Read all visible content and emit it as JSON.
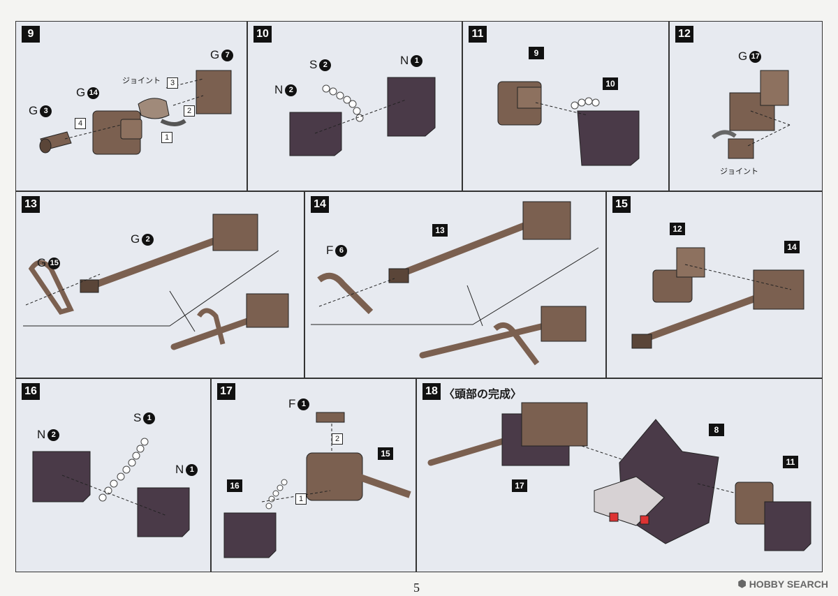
{
  "panels": {
    "p9": {
      "step": "9",
      "labels": {
        "g3": [
          "G",
          "3"
        ],
        "g14": [
          "G",
          "14"
        ],
        "g7": [
          "G",
          "7"
        ]
      },
      "joint": "ジョイント",
      "boxes": [
        "3",
        "2",
        "1",
        "4"
      ]
    },
    "p10": {
      "step": "10",
      "labels": {
        "s2": [
          "S",
          "2"
        ],
        "n1": [
          "N",
          "1"
        ],
        "n2": [
          "N",
          "2"
        ]
      }
    },
    "p11": {
      "step": "11",
      "refs": [
        "9",
        "10"
      ]
    },
    "p12": {
      "step": "12",
      "labels": {
        "g17": [
          "G",
          "17"
        ]
      },
      "joint": "ジョイント"
    },
    "p13": {
      "step": "13",
      "labels": {
        "g2": [
          "G",
          "2"
        ],
        "g15": [
          "G",
          "15"
        ]
      }
    },
    "p14": {
      "step": "14",
      "labels": {
        "f6": [
          "F",
          "6"
        ]
      },
      "refs": [
        "13"
      ]
    },
    "p15": {
      "step": "15",
      "refs": [
        "12",
        "14"
      ]
    },
    "p16": {
      "step": "16",
      "labels": {
        "s1": [
          "S",
          "1"
        ],
        "n2": [
          "N",
          "2"
        ],
        "n1": [
          "N",
          "1"
        ]
      }
    },
    "p17": {
      "step": "17",
      "labels": {
        "f1": [
          "F",
          "1"
        ]
      },
      "refs": [
        "15",
        "16"
      ],
      "boxes": [
        "2",
        "1"
      ]
    },
    "p18": {
      "step": "18",
      "title": "〈頭部の完成〉",
      "refs": [
        "8",
        "17",
        "11"
      ]
    }
  },
  "page_number": "5",
  "watermark": "HOBBY SEARCH",
  "colors": {
    "brown": "#7b6050",
    "purple": "#4a3a48",
    "panel_bg": "#e7eaf0"
  }
}
